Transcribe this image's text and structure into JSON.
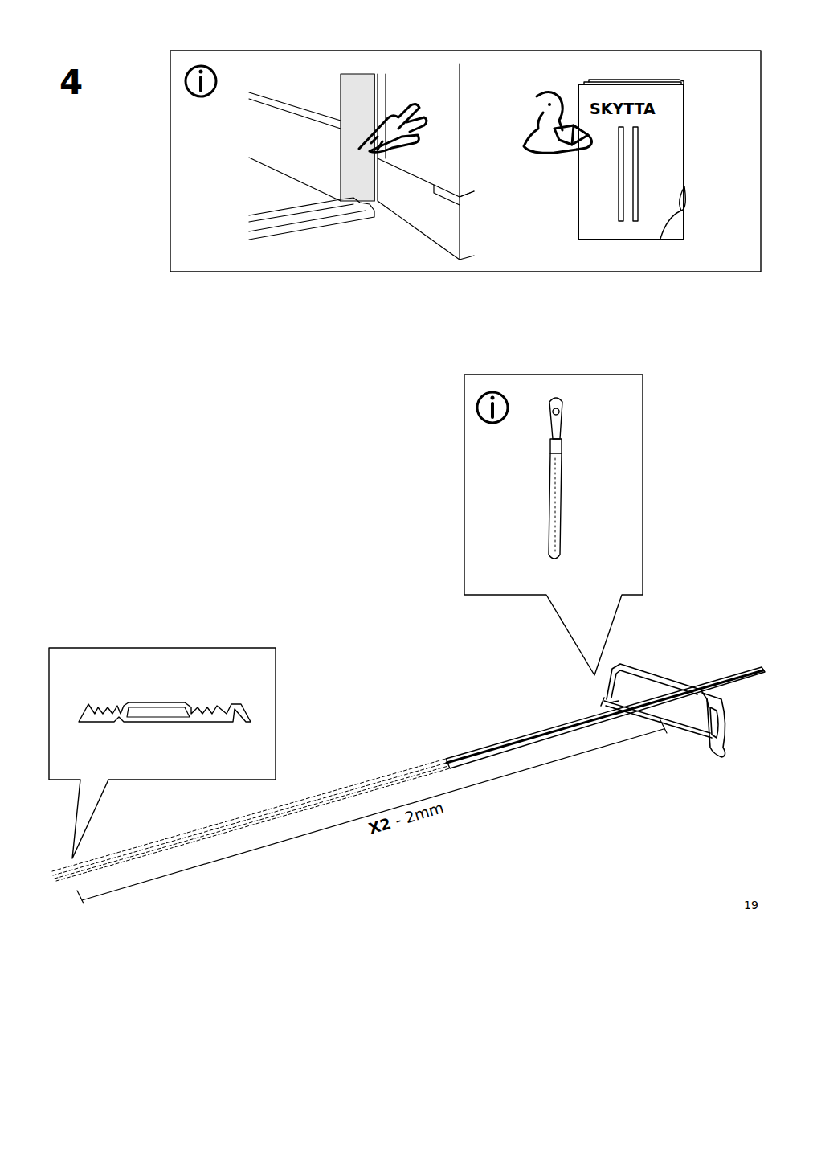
{
  "diagram": {
    "nodes": [
      {
        "text": [
          "SKYTTA"
        ]
      }
    ],
    "labels": [
      "4",
      "X2",
      "- 2mm",
      "19"
    ]
  }
}
